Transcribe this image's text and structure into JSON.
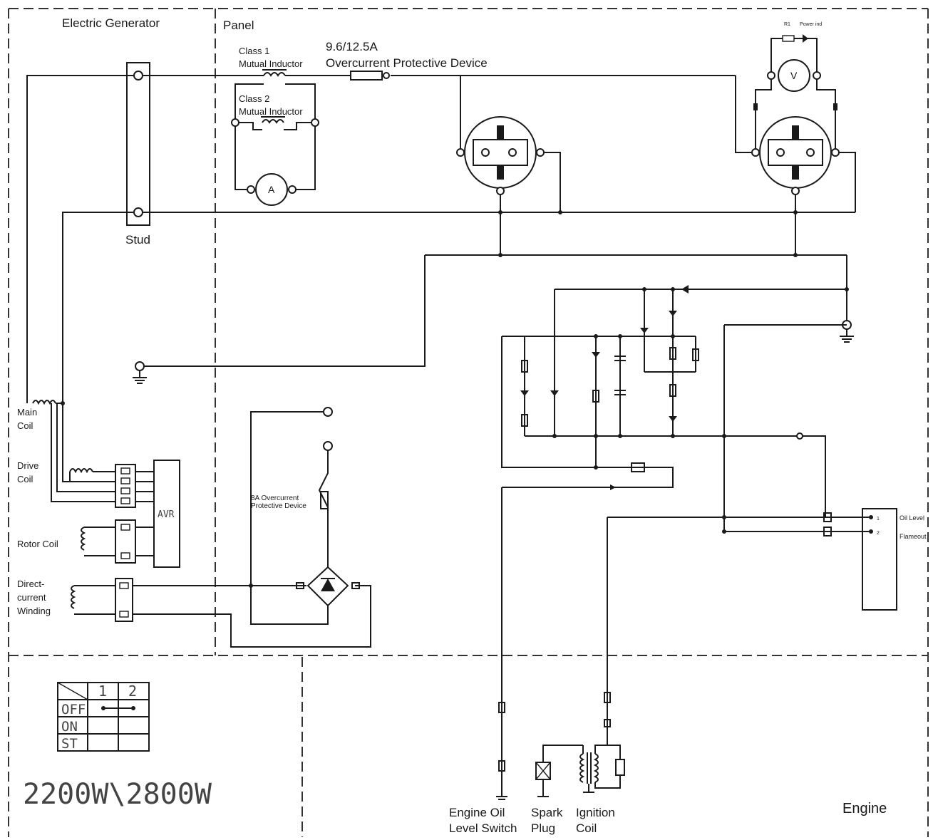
{
  "sections": {
    "generator": "Electric Generator",
    "panel": "Panel",
    "engine": "Engine"
  },
  "labels": {
    "class1": [
      "Class 1",
      "Mutual Inductor"
    ],
    "class2": [
      "Class 2",
      "Mutual Inductor"
    ],
    "rating": "9.6/12.5A",
    "ocpd": "Overcurrent Protective Device",
    "stud": "Stud",
    "main_coil": [
      "Main",
      "Coil"
    ],
    "drive_coil": [
      "Drive",
      "Coil"
    ],
    "rotor_coil": "Rotor Coil",
    "dc_winding": [
      "Direct-",
      "current",
      "Winding"
    ],
    "avr": "AVR",
    "ocpd_8a": [
      "8A Overcurrent",
      "Protective Device"
    ],
    "oil_level": "Oil Level",
    "flameout": "Flameout",
    "oil_switch": [
      "Engine Oil",
      "Level Switch"
    ],
    "spark_plug": [
      "Spark",
      "Plug"
    ],
    "ignition_coil": [
      "Ignition",
      "Coil"
    ],
    "ammeter": "A",
    "voltmeter": "V",
    "model": "2200W\\2800W"
  },
  "switch_table": {
    "headers": [
      "1",
      "2"
    ],
    "rows": [
      "OFF",
      "ON",
      "ST"
    ]
  }
}
